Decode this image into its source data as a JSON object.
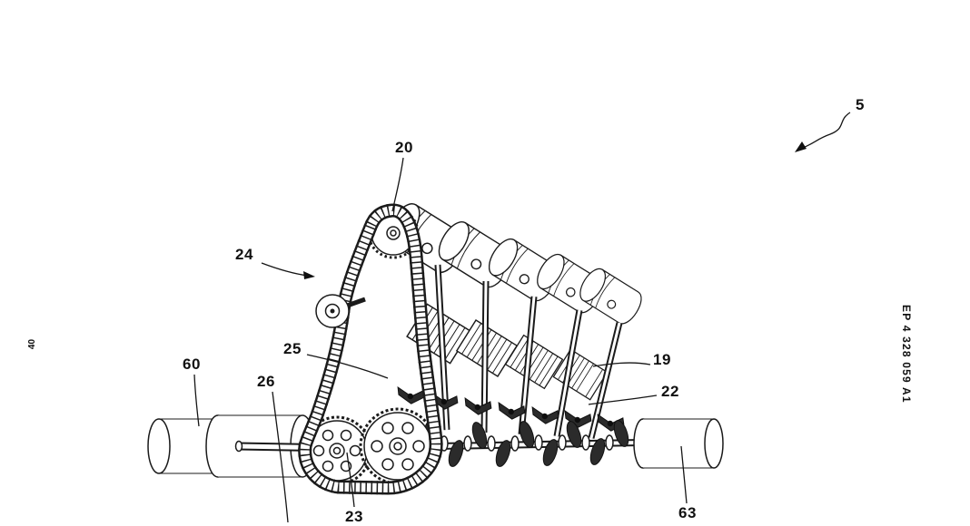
{
  "document": {
    "patent_number": "EP 4 328 059 A1",
    "sheet_marker": "40"
  },
  "figure": {
    "reference_labels": {
      "n5": "5",
      "n19": "19",
      "n20": "20",
      "n22": "22",
      "n23": "23",
      "n24": "24",
      "n25": "25",
      "n26": "26",
      "n60": "60",
      "n63": "63"
    }
  },
  "colors": {
    "ink": "#1b1b1b",
    "paper": "#ffffff"
  }
}
